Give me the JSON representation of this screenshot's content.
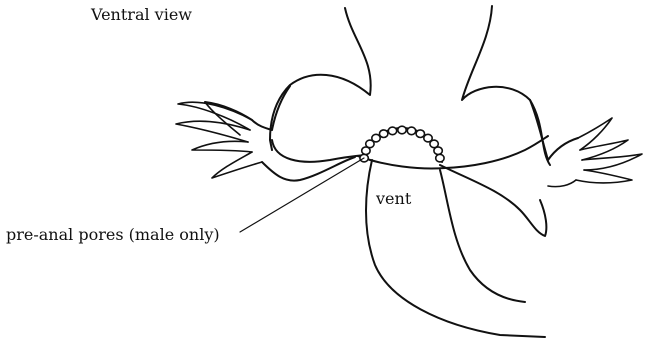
{
  "figure": {
    "view_label": "Ventral view",
    "vent_label": "vent",
    "pores_label": "pre-anal pores (male only)",
    "stroke_color": "#111111",
    "background_color": "#ffffff",
    "pore_count": 13
  }
}
